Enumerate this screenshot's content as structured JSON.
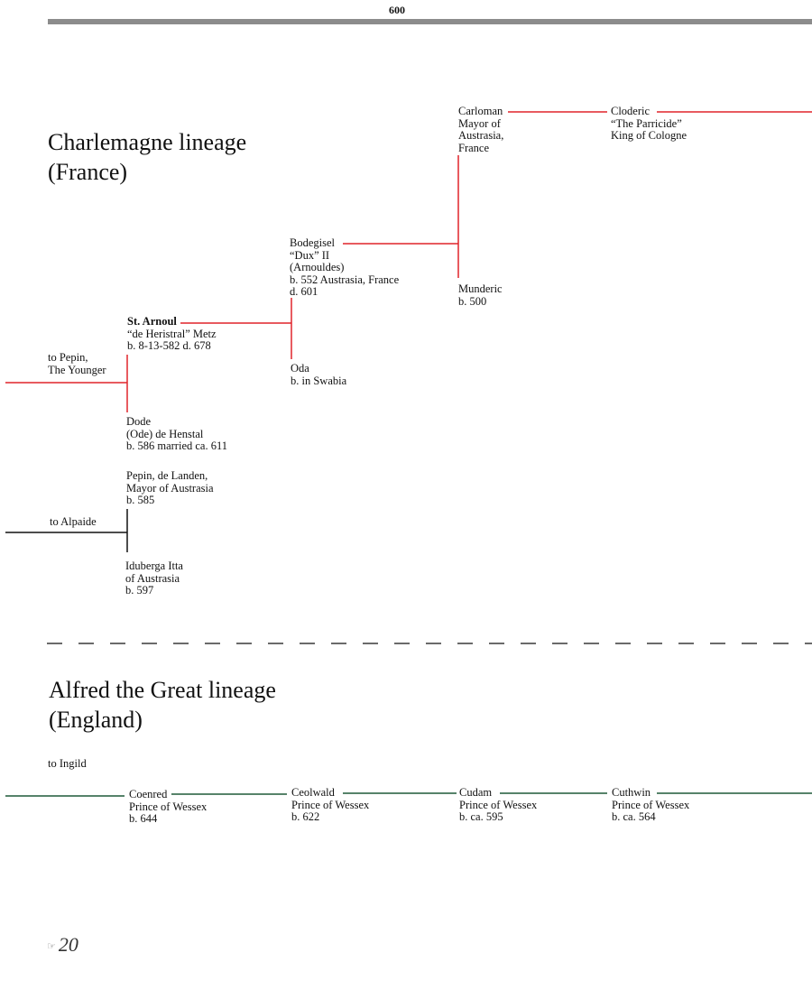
{
  "header": {
    "year": "600"
  },
  "colors": {
    "france_line": "#e0242a",
    "england_line": "#1f5a38",
    "black_line": "#111111",
    "bar": "#8c8c8c"
  },
  "sections": {
    "france": {
      "title_line1": "Charlemagne lineage",
      "title_line2": "(France)"
    },
    "england": {
      "title_line1": "Alfred the Great lineage",
      "title_line2": "(England)"
    }
  },
  "persons": {
    "carloman": [
      "Carloman",
      "Mayor of",
      "Austrasia,",
      "France"
    ],
    "cloderic": [
      "Cloderic",
      "“The Parricide”",
      "King of Cologne"
    ],
    "bodegisel": [
      "Bodegisel",
      "“Dux” II",
      "(Arnouldes)",
      "b. 552 Austrasia, France",
      "d. 601"
    ],
    "munderic": [
      "Munderic",
      "b. 500"
    ],
    "st_arnoul": [
      "St. Arnoul",
      "“de Heristral” Metz",
      "b. 8-13-582   d. 678"
    ],
    "oda": [
      "Oda",
      "b. in Swabia"
    ],
    "to_pepin": [
      "to Pepin,",
      "The Younger"
    ],
    "dode": [
      "Dode",
      "(Ode) de Henstal",
      "b. 586 married ca. 611"
    ],
    "pepin_landen": [
      "Pepin, de Landen,",
      "Mayor of Austrasia",
      "b. 585"
    ],
    "to_alpaide": [
      "to Alpaide"
    ],
    "iduberga": [
      "Iduberga Itta",
      "of Austrasia",
      "b. 597"
    ],
    "to_ingild": [
      "to Ingild"
    ],
    "coenred": [
      "Coenred",
      "Prince of Wessex",
      "b. 644"
    ],
    "ceolwald": [
      "Ceolwald",
      "Prince of Wessex",
      "b. 622"
    ],
    "cudam": [
      "Cudam",
      "Prince of Wessex",
      "b. ca. 595"
    ],
    "cuthwin": [
      "Cuthwin",
      "Prince of Wessex",
      "b. ca. 564"
    ]
  },
  "footer": {
    "page_number": "20"
  }
}
